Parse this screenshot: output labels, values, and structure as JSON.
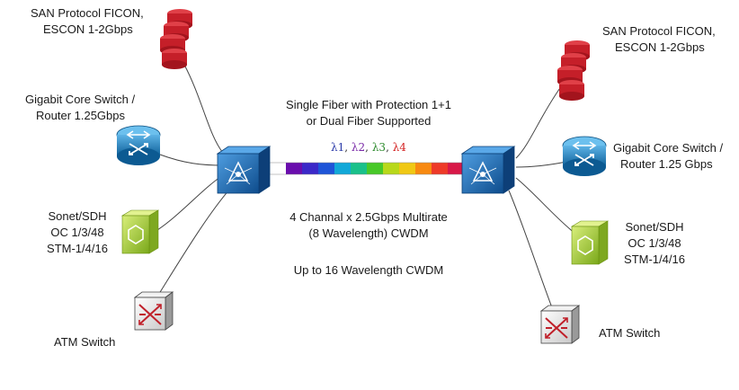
{
  "left": {
    "san": {
      "line1": "SAN Protocol FICON,",
      "line2": "ESCON 1-2Gbps"
    },
    "router": {
      "line1": "Gigabit Core Switch /",
      "line2": "Router 1.25Gbps"
    },
    "sonet": {
      "line1": "Sonet/SDH",
      "line2": "OC 1/3/48",
      "line3": "STM-1/4/16"
    },
    "atm": {
      "label": "ATM Switch"
    }
  },
  "right": {
    "san": {
      "line1": "SAN Protocol FICON,",
      "line2": "ESCON 1-2Gbps"
    },
    "router": {
      "line1": "Gigabit Core Switch /",
      "line2": "Router 1.25 Gbps"
    },
    "sonet": {
      "line1": "Sonet/SDH",
      "line2": "OC 1/3/48",
      "line3": "STM-1/4/16"
    },
    "atm": {
      "label": "ATM Switch"
    }
  },
  "center": {
    "fiber_line1": "Single Fiber with Protection 1+1",
    "fiber_line2": "or Dual Fiber Supported",
    "lambdas": [
      {
        "text": "λ1",
        "color": "#2a3aa8"
      },
      {
        "text": "λ2",
        "color": "#7a2aa8"
      },
      {
        "text": "λ3",
        "color": "#2e8b2e"
      },
      {
        "text": "λ4",
        "color": "#d32020"
      }
    ],
    "separator": ", ",
    "channel_line1": "4 Channal x 2.5Gbps Multirate",
    "channel_line2": "(8 Wavelength)  CWDM",
    "upto": "Up to 16 Wavelength CWDM"
  },
  "colors": {
    "storage": "#c8202a",
    "router": "#1f7fb8",
    "mux": "#1b63a8",
    "sonet": "#9ccb2f",
    "line": "#333333"
  },
  "spectrum": [
    "#ffffff",
    "#6a0dad",
    "#3b28c8",
    "#1e55d8",
    "#11a8d8",
    "#19c08a",
    "#48c828",
    "#b8d81a",
    "#f0c814",
    "#f88a10",
    "#ee3a28",
    "#d81848"
  ]
}
